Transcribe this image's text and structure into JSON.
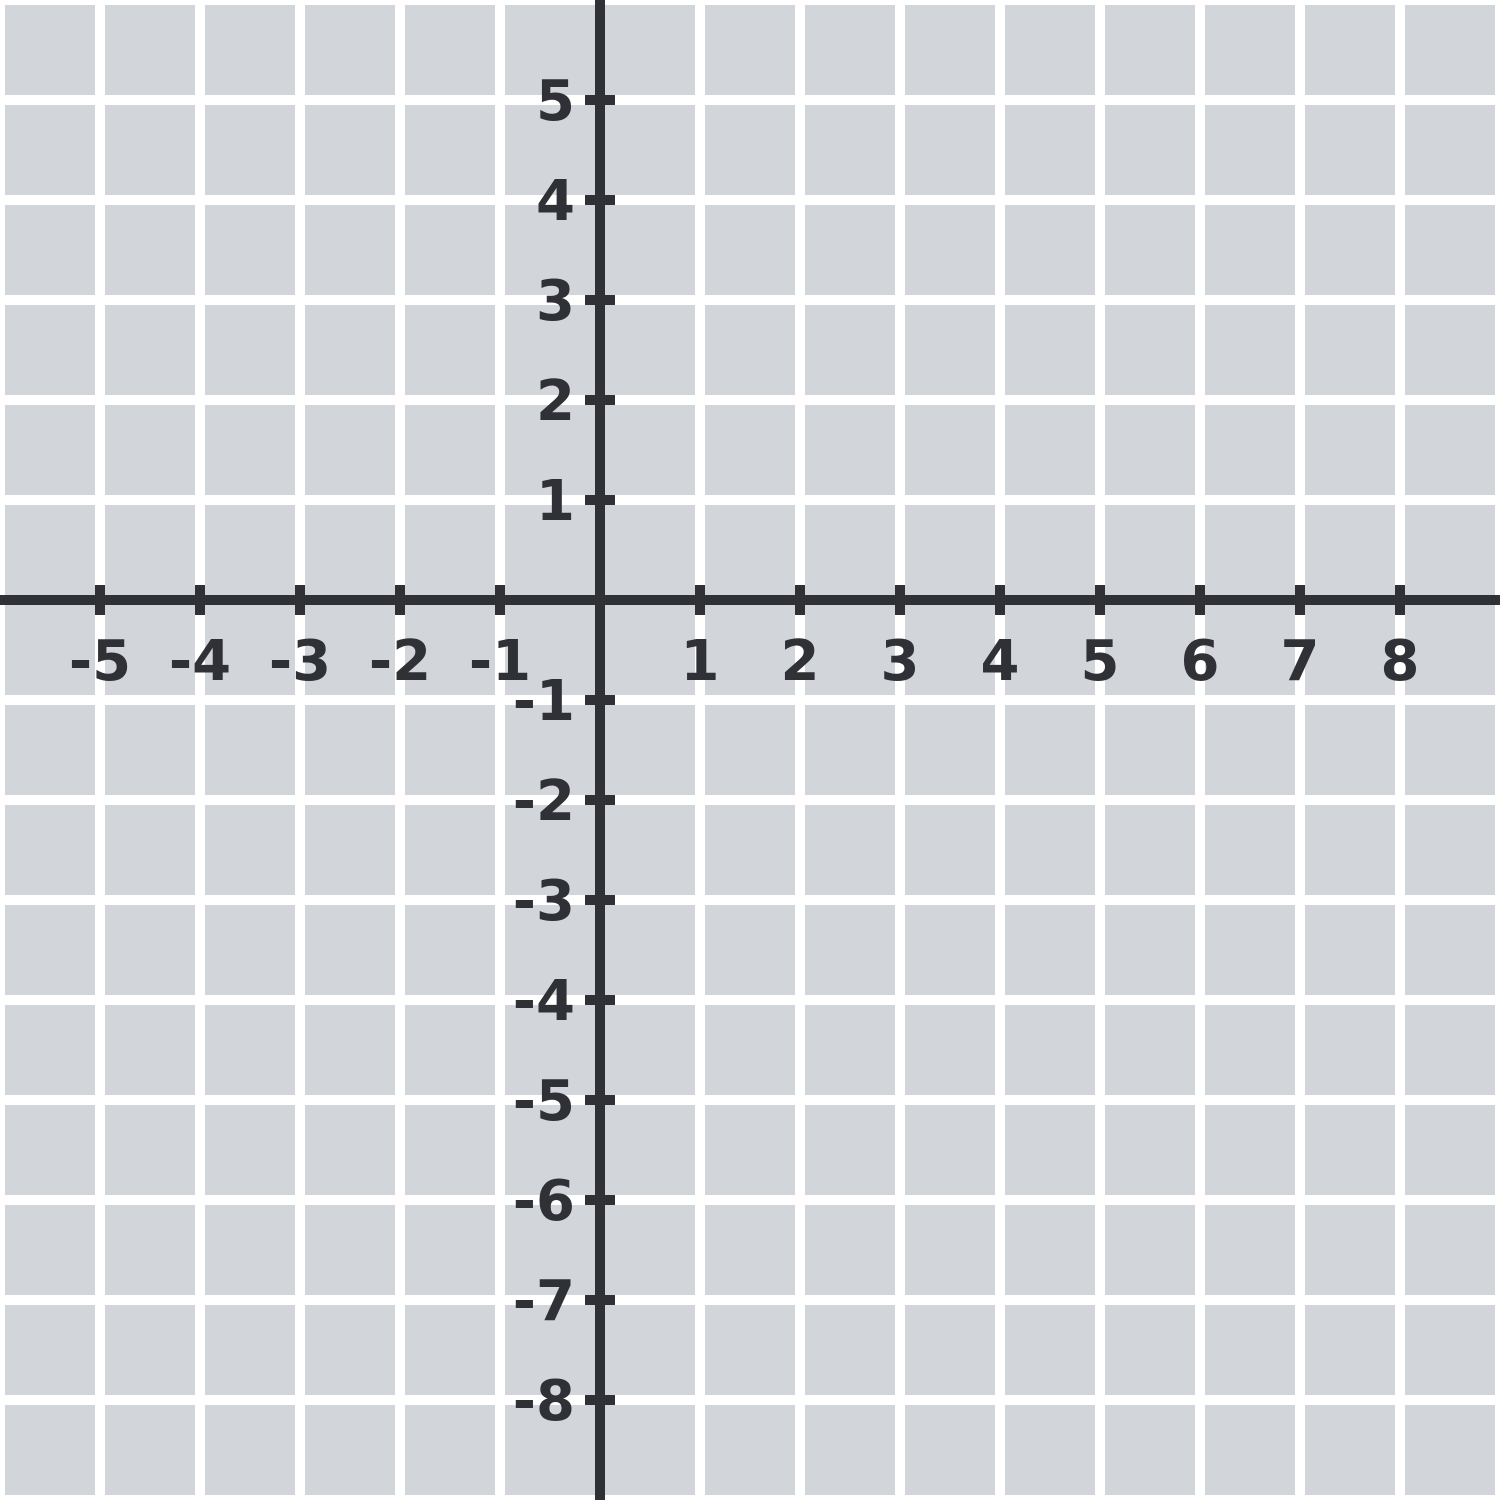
{
  "chart_data": {
    "type": "scatter",
    "title": "",
    "xlabel": "",
    "ylabel": "",
    "xlim": [
      -6,
      9
    ],
    "ylim": [
      -9,
      6
    ],
    "grid": true,
    "x_ticks": [
      {
        "value": -5,
        "label": "-5"
      },
      {
        "value": -4,
        "label": "-4"
      },
      {
        "value": -3,
        "label": "-3"
      },
      {
        "value": -2,
        "label": "-2"
      },
      {
        "value": -1,
        "label": "-1"
      },
      {
        "value": 1,
        "label": "1"
      },
      {
        "value": 2,
        "label": "2"
      },
      {
        "value": 3,
        "label": "3"
      },
      {
        "value": 4,
        "label": "4"
      },
      {
        "value": 5,
        "label": "5"
      },
      {
        "value": 6,
        "label": "6"
      },
      {
        "value": 7,
        "label": "7"
      },
      {
        "value": 8,
        "label": "8"
      }
    ],
    "y_ticks": [
      {
        "value": 5,
        "label": "5"
      },
      {
        "value": 4,
        "label": "4"
      },
      {
        "value": 3,
        "label": "3"
      },
      {
        "value": 2,
        "label": "2"
      },
      {
        "value": 1,
        "label": "1"
      },
      {
        "value": -1,
        "label": "-1"
      },
      {
        "value": -2,
        "label": "-2"
      },
      {
        "value": -3,
        "label": "-3"
      },
      {
        "value": -4,
        "label": "-4"
      },
      {
        "value": -5,
        "label": "-5"
      },
      {
        "value": -6,
        "label": "-6"
      },
      {
        "value": -7,
        "label": "-7"
      },
      {
        "value": -8,
        "label": "-8"
      }
    ],
    "series": []
  },
  "colors": {
    "background": "#d2d5da",
    "grid": "#ffffff",
    "axis": "#2f3136",
    "text": "#2f3136"
  }
}
